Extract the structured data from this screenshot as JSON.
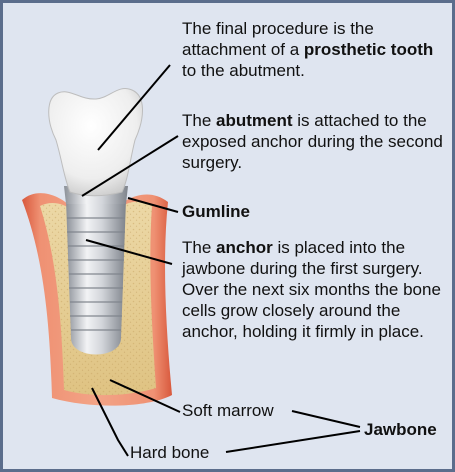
{
  "title": "",
  "colors": {
    "panel_background": "#dfe5f0",
    "border": "#5b6d8c",
    "gum": "#e8815f",
    "bone": "#e6cf98",
    "tooth": "#f3f3f3",
    "implant": "#c9ccd2",
    "leader_lines": "#000000"
  },
  "captions": {
    "prosthetic": {
      "before": "The final procedure is the attachment of a ",
      "term": "prosthetic tooth",
      "after": " to the abutment."
    },
    "abutment": {
      "before": "The ",
      "term": "abutment",
      "after": " is attached to the exposed anchor during the second surgery."
    },
    "gumline": {
      "term": "Gumline"
    },
    "anchor": {
      "before": "The ",
      "term": "anchor",
      "after": " is placed into the jawbone during the first surgery. Over the next six months the bone cells grow closely around the anchor, holding it firmly in place."
    },
    "soft_marrow": "Soft marrow",
    "hard_bone": "Hard bone",
    "jawbone": "Jawbone"
  }
}
